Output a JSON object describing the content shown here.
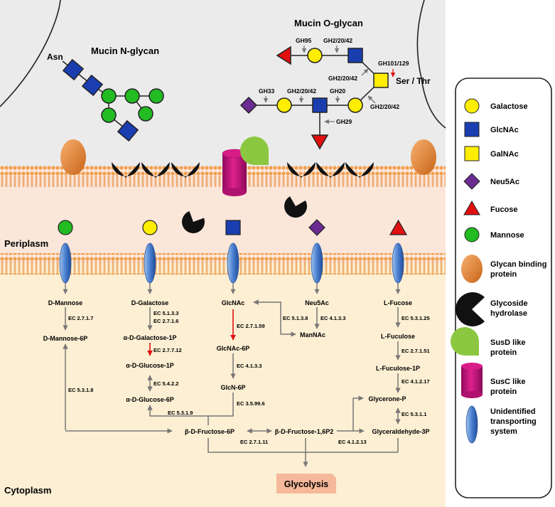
{
  "regions": {
    "periplasm": "Periplasm",
    "cytoplasm": "Cytoplasm"
  },
  "titles": {
    "n_glycan": "Mucin N-glycan",
    "o_glycan": "Mucin O-glycan"
  },
  "asn": "Asn",
  "ser_thr": "Ser / Thr",
  "glycoside_hydrolase_labels": {
    "gh95": "GH95",
    "gh2_top": "GH2/20/42",
    "gh101": "GH101/129",
    "gh2_mid": "GH2/20/42",
    "gh33": "GH33",
    "gh2_lower": "GH2/20/42",
    "gh20": "GH20",
    "gh2_right": "GH2/20/42",
    "gh29": "GH29"
  },
  "metabolites": {
    "d_mannose": "D-Mannose",
    "d_mannose_6p": "D-Mannose-6P",
    "d_galactose": "D-Galactose",
    "a_d_galactose_1p": "α-D-Galactose-1P",
    "a_d_glucose_1p": "α-D-Glucose-1P",
    "a_d_glucose_6p": "α-D-Glucose-6P",
    "glcnac": "GlcNAc",
    "glcnac_6p": "GlcNAc-6P",
    "glcn_6p": "GlcN-6P",
    "neu5ac": "Neu5Ac",
    "mannac": "ManNAc",
    "l_fucose": "L-Fucose",
    "l_fuculose": "L-Fuculose",
    "l_fuculose_1p": "L-Fuculose-1P",
    "glycerone_p": "Glycerone-P",
    "glyceraldehyde_3p": "Glyceraldehyde-3P",
    "b_d_fructose_6p": "β-D-Fructose-6P",
    "b_d_fructose_16p2": "β-D-Fructose-1,6P2",
    "glycolysis": "Glycolysis"
  },
  "enzymes": {
    "ec_2_7_1_7": "EC 2.7.1.7",
    "ec_5_3_1_8": "EC 5.3.1.8",
    "ec_5_1_3_3_gal": "EC 5.1.3.3",
    "ec_2_7_1_6": "EC 2.7.1.6",
    "ec_2_7_7_12": "EC 2.7.7.12",
    "ec_5_4_2_2": "EC 5.4.2.2",
    "ec_5_3_1_9": "EC 5.3.1.9",
    "ec_2_7_1_59": "EC 2.7.1.59",
    "ec_4_1_3_3_glcnac": "EC 4.1.3.3",
    "ec_3_5_99_6": "EC 3.5.99.6",
    "ec_5_1_3_8": "EC 5.1.3.8",
    "ec_4_1_3_3_neu": "EC 4.1.3.3",
    "ec_5_3_1_25": "EC 5.3.1.25",
    "ec_2_7_1_51": "EC 2.7.1.51",
    "ec_4_1_2_17": "EC 4.1.2.17",
    "ec_5_3_1_1": "EC 5.3.1.1",
    "ec_4_1_2_13": "EC 4.1.2.13",
    "ec_2_7_1_11": "EC 2.7.1.11"
  },
  "legend": {
    "items": [
      {
        "icon": "galactose-circle-icon",
        "label": "Galactose"
      },
      {
        "icon": "glcnac-square-icon",
        "label": "GlcNAc"
      },
      {
        "icon": "galnac-square-icon",
        "label": "GalNAc"
      },
      {
        "icon": "neu5ac-diamond-icon",
        "label": "Neu5Ac"
      },
      {
        "icon": "fucose-triangle-icon",
        "label": "Fucose"
      },
      {
        "icon": "mannose-circle-icon",
        "label": "Mannose"
      },
      {
        "icon": "glycan-binding-protein-icon",
        "label_lines": [
          "Glycan binding",
          "protein"
        ]
      },
      {
        "icon": "glycoside-hydrolase-icon",
        "label_lines": [
          "Glycoside",
          "hydrolase"
        ]
      },
      {
        "icon": "susd-like-protein-icon",
        "label_lines": [
          "SusD like",
          "protein"
        ]
      },
      {
        "icon": "susc-like-protein-icon",
        "label_lines": [
          "SusC like",
          "protein"
        ]
      },
      {
        "icon": "transporter-icon",
        "label_lines": [
          "Unidentified",
          "transporting",
          "system"
        ]
      }
    ]
  },
  "colors": {
    "galactose": "#ffee00",
    "glcnac": "#1a3eb0",
    "galnac": "#ffee00",
    "neu5ac": "#6a2c91",
    "fucose": "#e01010",
    "mannose": "#22bb22",
    "extracellular": "#ebebeb",
    "periplasm": "#fbe6da",
    "cytoplasm": "#fcefd3",
    "membrane": "#f0a050",
    "arrow": "#777777",
    "red_arrow": "#e01010",
    "glycolysis_box": "#f6b89a"
  }
}
